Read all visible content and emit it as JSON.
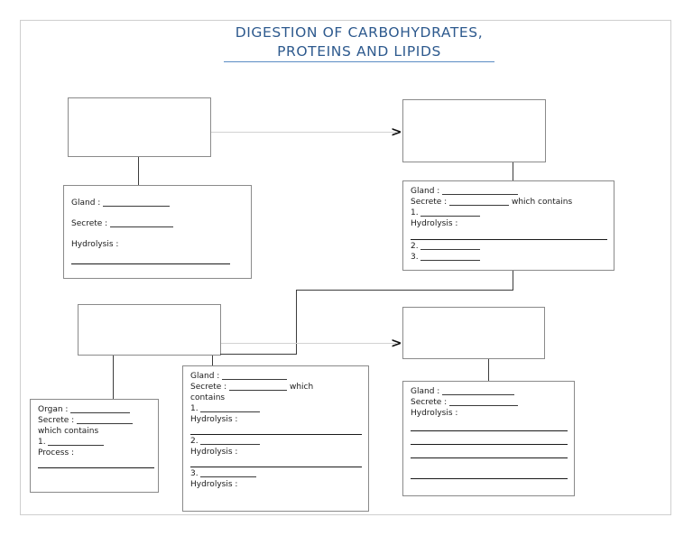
{
  "document": {
    "title_line_1": "DIGESTION OF CARBOHYDRATES,",
    "title_line_2": "PROTEINS AND LIPIDS",
    "title_color": "#2e5a8e",
    "rule_color": "#5b8cc4",
    "background": "#ffffff",
    "frame_color": "#cfcfcf"
  },
  "boxes": {
    "mouth_stage": {
      "label": ""
    },
    "stomach_stage": {
      "label": ""
    },
    "pancreas_stage": {
      "label": ""
    },
    "intestine_stage": {
      "label": ""
    },
    "salivary_detail": {
      "gland_label": "Gland :",
      "secrete_label": "Secrete :",
      "hydrolysis_label": "Hydrolysis :"
    },
    "gastric_detail": {
      "gland_label": "Gland :",
      "secrete_label": "Secrete :",
      "which_contains": "which contains",
      "item_1": "1.",
      "hydrolysis_label": "Hydrolysis :",
      "item_2": "2.",
      "item_3": "3."
    },
    "organ_detail": {
      "organ_label": "Organ :",
      "secrete_label": "Secrete :",
      "which_contains": "which contains",
      "item_1": "1.",
      "process_label": "Process :"
    },
    "pancreatic_detail": {
      "gland_label": "Gland :",
      "secrete_label": "Secrete :",
      "which_contains": "which",
      "contains_cont": "contains",
      "item_1": "1.",
      "hydrolysis_label_1": "Hydrolysis :",
      "item_2": "2.",
      "hydrolysis_label_2": "Hydrolysis :",
      "item_3": "3.",
      "hydrolysis_label_3": "Hydrolysis :"
    },
    "intestinal_detail": {
      "gland_label": "Gland :",
      "secrete_label": "Secrete :",
      "hydrolysis_label": "Hydrolysis :"
    }
  },
  "connectors": {
    "arrow_glyph": ">"
  }
}
